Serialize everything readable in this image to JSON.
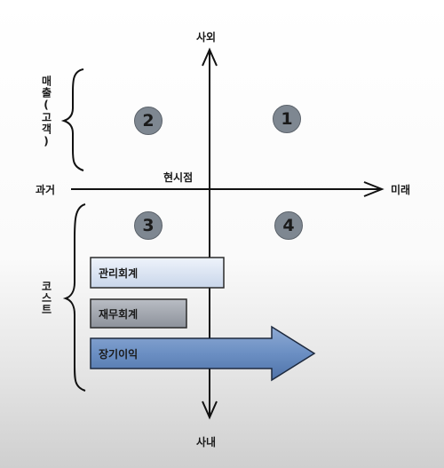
{
  "axes": {
    "top": "사외",
    "bottom": "사내",
    "left": "과거",
    "right": "미래",
    "center": "현시점"
  },
  "groups": {
    "revenue": "매출(고객)",
    "cost": "코스트"
  },
  "quadrants": [
    "1",
    "2",
    "3",
    "4"
  ],
  "items": {
    "management_accounting": "관리회계",
    "financial_accounting": "재무회계",
    "long_term_profit": "장기이익"
  },
  "colors": {
    "circle_fill": "#7e8791",
    "box_mgmt": "#dfe7f4",
    "box_fin": "#a3a8b1",
    "arrow_blue": "#6b8fc3"
  }
}
